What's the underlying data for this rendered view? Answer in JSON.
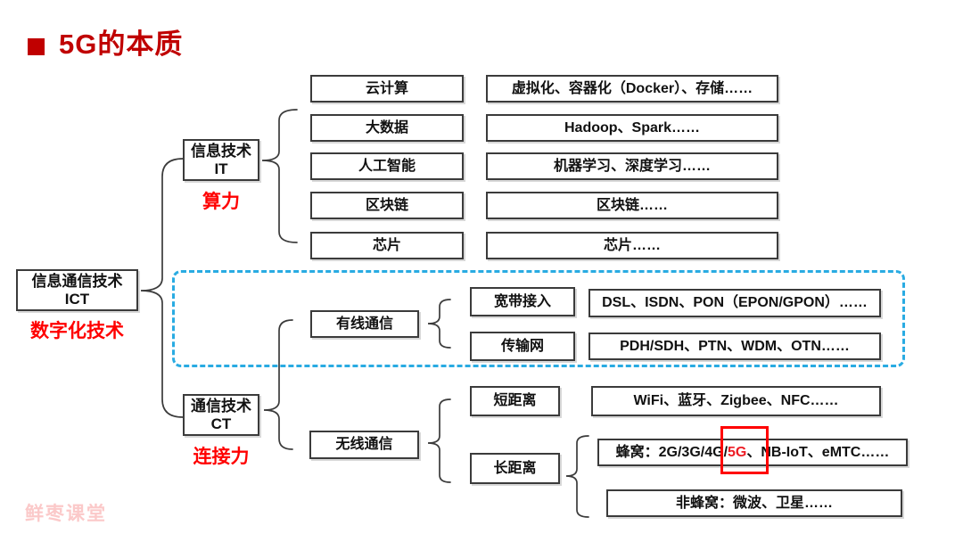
{
  "title": "5G的本质",
  "root": {
    "line1": "信息通信技术",
    "line2": "ICT",
    "annotation": "数字化技术"
  },
  "it": {
    "line1": "信息技术",
    "line2": "IT",
    "annotation": "算力",
    "rows": [
      {
        "name": "云计算",
        "detail": "虚拟化、容器化（Docker）、存储……"
      },
      {
        "name": "大数据",
        "detail": "Hadoop、Spark……"
      },
      {
        "name": "人工智能",
        "detail": "机器学习、深度学习……"
      },
      {
        "name": "区块链",
        "detail": "区块链……"
      },
      {
        "name": "芯片",
        "detail": "芯片……"
      }
    ]
  },
  "ct": {
    "line1": "通信技术",
    "line2": "CT",
    "annotation": "连接力",
    "wired": {
      "label": "有线通信",
      "rows": [
        {
          "name": "宽带接入",
          "detail": "DSL、ISDN、PON（EPON/GPON）……"
        },
        {
          "name": "传输网",
          "detail": "PDH/SDH、PTN、WDM、OTN……"
        }
      ]
    },
    "wireless": {
      "label": "无线通信",
      "short": {
        "name": "短距离",
        "detail": "WiFi、蓝牙、Zigbee、NFC……"
      },
      "long": {
        "name": "长距离",
        "cellular_prefix": "蜂窝：2G/3G/4G/",
        "cellular_highlight": "5G",
        "cellular_suffix": "、NB-IoT、eMTC……",
        "non_cellular": "非蜂窝：微波、卫星……"
      }
    }
  },
  "watermark": "鲜枣课堂",
  "colors": {
    "title_red": "#C00000",
    "annotation_red": "#FF0000",
    "highlight_red": "#ED1C24",
    "highlight_box_red": "#FF0000",
    "dashed_cyan": "#29ABE2",
    "box_border": "#3B3B3B",
    "watermark_pink": "#FBC9C9"
  }
}
